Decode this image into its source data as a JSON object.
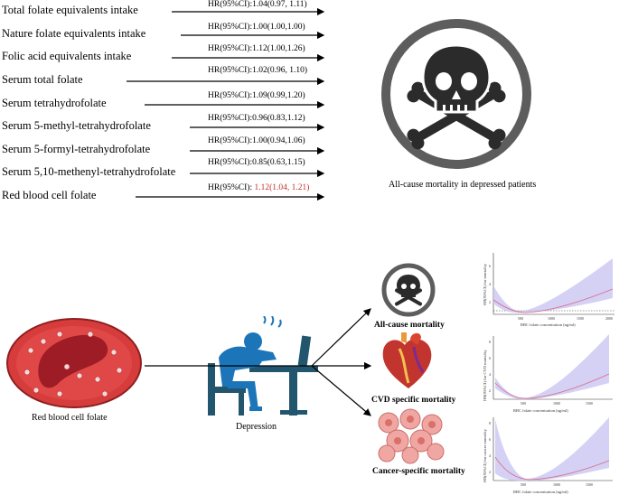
{
  "associations": [
    {
      "exposure": "Total folate equivalents intake",
      "hr_prefix": "HR(95%CI):",
      "hr_value": "1.04(0.97, 1.11)",
      "highlight": false
    },
    {
      "exposure": "Nature folate equivalents intake",
      "hr_prefix": "HR(95%CI):",
      "hr_value": "1.00(1.00,1.00)",
      "highlight": false
    },
    {
      "exposure": "Folic acid equivalents intake",
      "hr_prefix": "HR(95%CI):",
      "hr_value": "1.12(1.00,1.26)",
      "highlight": false
    },
    {
      "exposure": "Serum total folate",
      "hr_prefix": "HR(95%CI):",
      "hr_value": "1.02(0.96, 1.10)",
      "highlight": false
    },
    {
      "exposure": "Serum tetrahydrofolate",
      "hr_prefix": "HR(95%CI):",
      "hr_value": "1.09(0.99,1.20)",
      "highlight": false
    },
    {
      "exposure": "Serum 5-methyl-tetrahydrofolate",
      "hr_prefix": "HR(95%CI):",
      "hr_value": "0.96(0.83,1.12)",
      "highlight": false
    },
    {
      "exposure": "Serum 5-formyl-tetrahydrofolate",
      "hr_prefix": "HR(95%CI):",
      "hr_value": "1.00(0.94,1.06)",
      "highlight": false
    },
    {
      "exposure": "Serum 5,10-methenyl-tetrahydrofolate",
      "hr_prefix": "HR(95%CI):",
      "hr_value": "0.85(0.63,1.15)",
      "highlight": false
    },
    {
      "exposure": "Red blood cell folate",
      "hr_prefix": "HR(95%CI): ",
      "hr_value": "1.12(1.04, 1.21)",
      "highlight": true
    }
  ],
  "top_outcome_caption": "All-cause mortality in depressed patients",
  "rbc_caption": "Red blood cell folate",
  "depression_caption": "Depression",
  "outcomes": [
    {
      "label": "All-cause mortality"
    },
    {
      "label": "CVD specific mortality"
    },
    {
      "label": "Cancer-specific mortality"
    }
  ],
  "mini_charts": [
    {
      "ylabel": "HR(95%CI) for mortality",
      "xlabel": "RBC folate concentration (ng/ml)",
      "xticks": [
        "500",
        "1000",
        "1500",
        "2000"
      ],
      "yticks": [
        "2",
        "4",
        "6"
      ]
    },
    {
      "ylabel": "HR(95%CI) for CVD mortality",
      "xlabel": "RBC folate concentration (ng/ml)",
      "xticks": [
        "500",
        "1000",
        "1500"
      ],
      "yticks": [
        "2",
        "4",
        "6",
        "8"
      ]
    },
    {
      "ylabel": "HR(95%CI) for cancer mortality",
      "xlabel": "RBC folate concentration (ng/ml)",
      "xticks": [
        "500",
        "1000",
        "1500"
      ],
      "yticks": [
        "2",
        "4",
        "6",
        "8"
      ]
    }
  ],
  "colors": {
    "highlight_red": "#c0302c",
    "ci_band": "#c9c5f2",
    "curve": "#d96a8a",
    "rbc_red": "#d63c3c",
    "figure_blue": "#1c75b9",
    "desk_dark": "#22566f"
  }
}
